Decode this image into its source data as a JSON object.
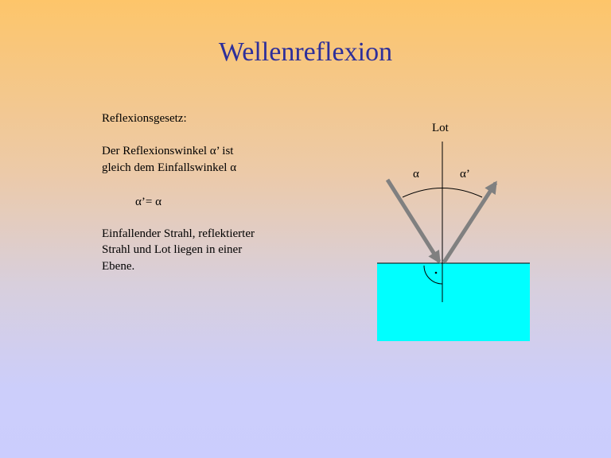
{
  "slide": {
    "title": "Wellenreflexion"
  },
  "text": {
    "heading": "Reflexionsgesetz:",
    "law_line1": "Der Reflexionswinkel α’ ist",
    "law_line2": "gleich dem Einfallswinkel α",
    "formula": "α’= α",
    "plane_line1": "Einfallender Strahl, reflektierter",
    "plane_line2": "Strahl und Lot liegen in einer",
    "plane_line3": "Ebene."
  },
  "diagram": {
    "normal_label": "Lot",
    "incidence_angle_label": "α",
    "reflection_angle_label": "α’",
    "colors": {
      "medium": "#00ffff",
      "ray": "#808080",
      "line": "#000000"
    }
  }
}
